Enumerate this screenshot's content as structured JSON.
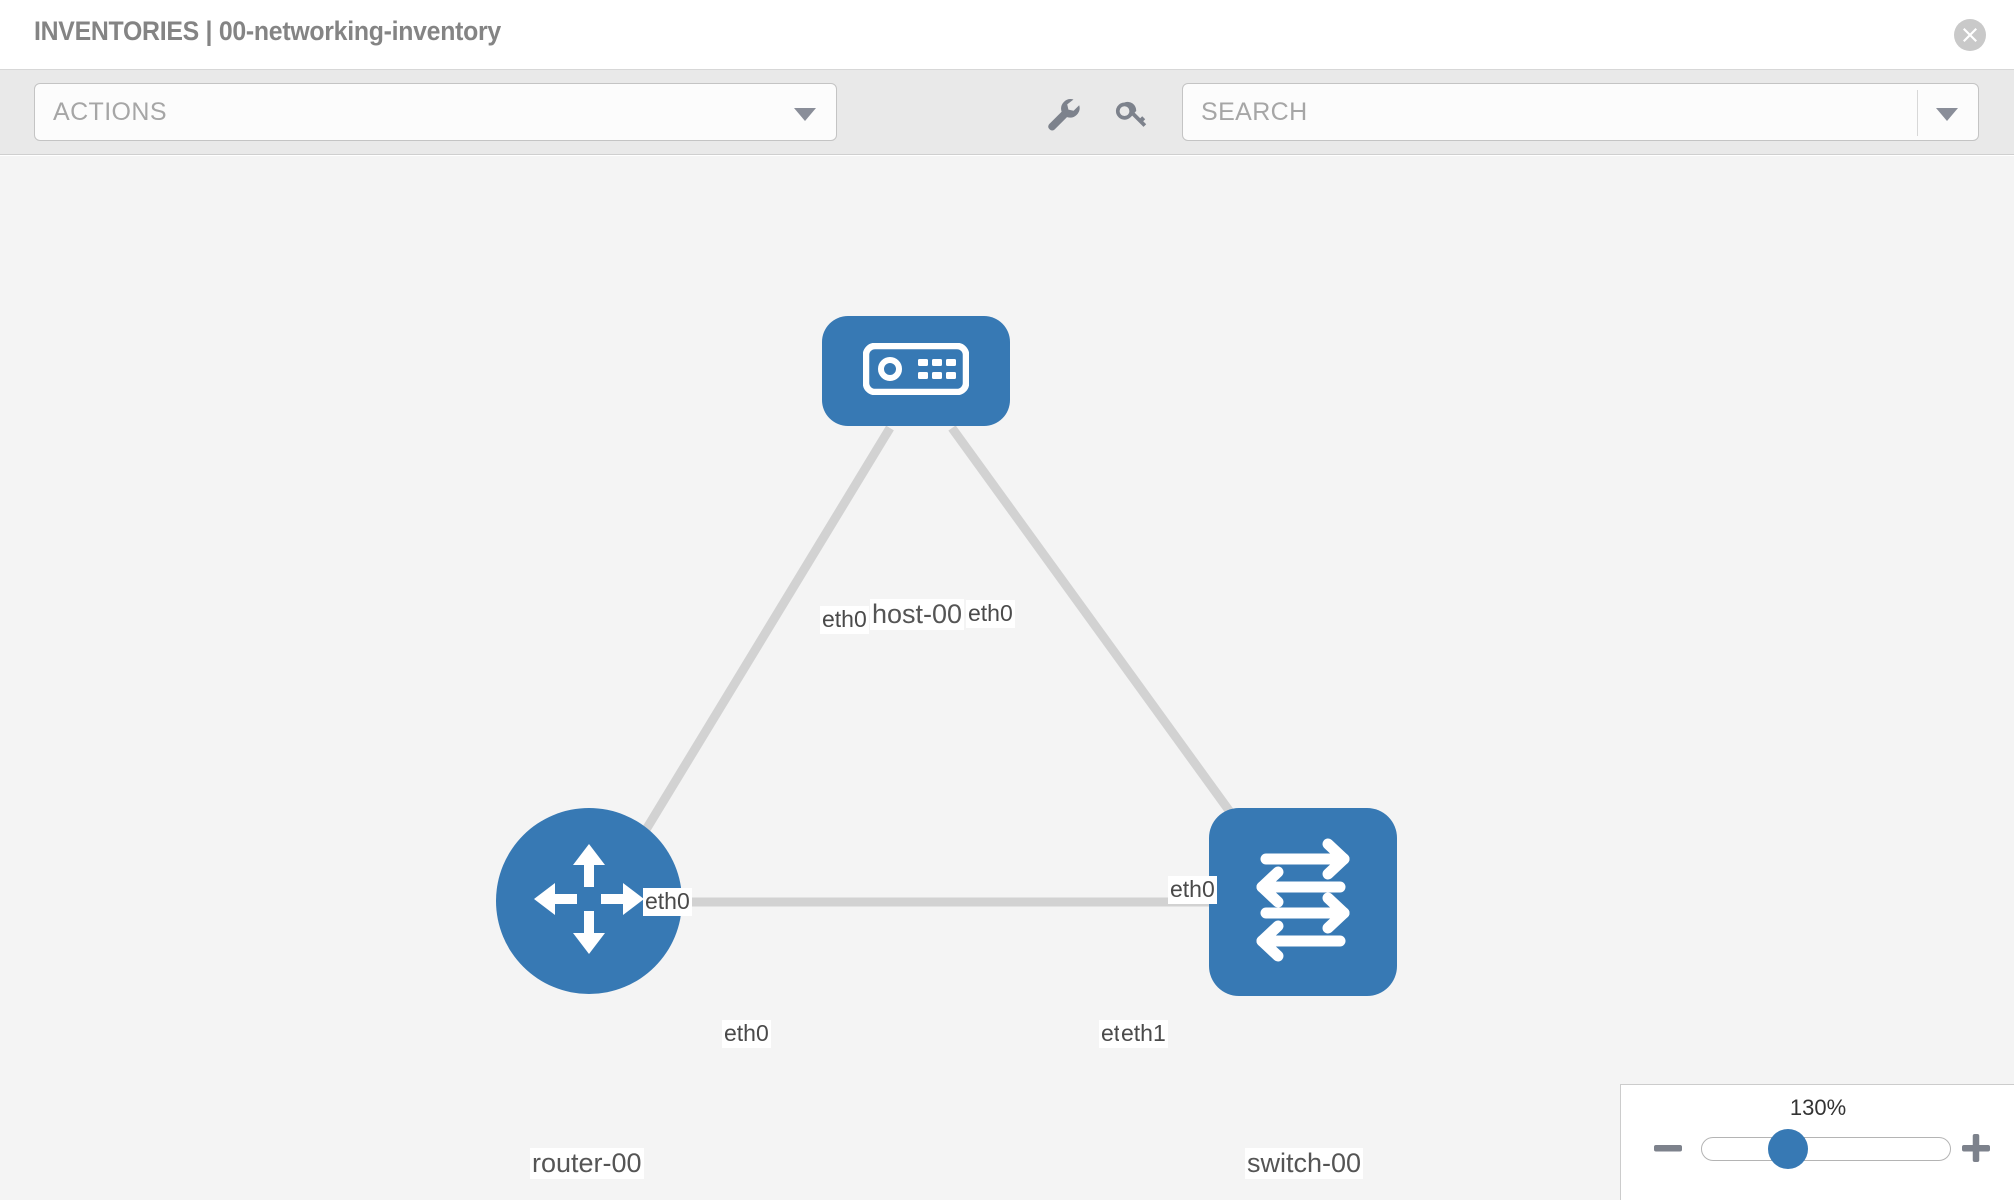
{
  "header": {
    "title": "INVENTORIES | 00-networking-inventory",
    "close_icon": "close-circle-icon"
  },
  "toolbar": {
    "actions_label": "ACTIONS",
    "actions_caret_icon": "chevron-down-icon",
    "wrench_icon": "wrench-icon",
    "key_icon": "key-icon",
    "search_placeholder": "SEARCH",
    "search_caret_icon": "chevron-down-icon"
  },
  "topology": {
    "accent_color": "#3779b4",
    "link_color": "#d2d2d2",
    "connector_color": "#bcbcbc",
    "canvas_background": "#f4f4f4",
    "nodes": [
      {
        "id": "host-00",
        "label": "host-00",
        "type": "host",
        "icon": "server-icon"
      },
      {
        "id": "router-00",
        "label": "router-00",
        "type": "router",
        "icon": "router-arrows-icon"
      },
      {
        "id": "switch-00",
        "label": "switch-00",
        "type": "switch",
        "icon": "switch-arrows-icon"
      }
    ],
    "links": [
      {
        "from": "router-00",
        "to": "host-00",
        "from_label": "eth0",
        "to_label": "eth0"
      },
      {
        "from": "host-00",
        "to": "switch-00",
        "from_label": "eth0",
        "to_label": "eth0"
      },
      {
        "from": "router-00",
        "to": "switch-00",
        "from_label": "eth0",
        "to_label_a": "eth0",
        "to_label_b": "eth1"
      }
    ],
    "edge_labels": {
      "host_left": "eth0",
      "host_right": "eth0",
      "router_up": "eth0",
      "switch_up": "eth0",
      "router_right": "eth0",
      "switch_left_a": "eth0",
      "switch_left_b": "eth1"
    }
  },
  "zoom": {
    "value": "130%",
    "minus_icon": "minus-icon",
    "plus_icon": "plus-icon"
  }
}
